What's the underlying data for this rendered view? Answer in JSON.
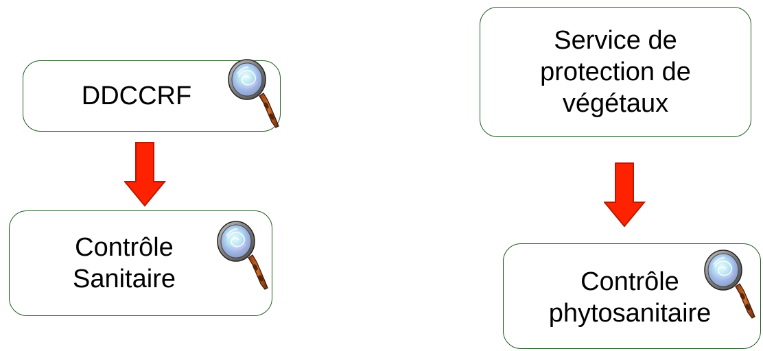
{
  "diagram": {
    "nodes": [
      {
        "id": "ddccrf",
        "label": "DDCCRF"
      },
      {
        "id": "controle-sanitaire",
        "label": "Contrôle\nSanitaire"
      },
      {
        "id": "service-protection",
        "label": "Service de\nprotection de\n végétaux"
      },
      {
        "id": "controle-phytosanitaire",
        "label": "Contrôle\nphytosanitaire"
      }
    ],
    "edges": [
      {
        "from": "ddccrf",
        "to": "controle-sanitaire"
      },
      {
        "from": "service-protection",
        "to": "controle-phytosanitaire"
      }
    ],
    "icons": [
      "magnifying-glass-icon"
    ],
    "colors": {
      "node_border": "#1f5a1f",
      "arrow_fill": "#ff2200",
      "arrow_stroke": "#b81a00",
      "text": "#000000"
    }
  }
}
